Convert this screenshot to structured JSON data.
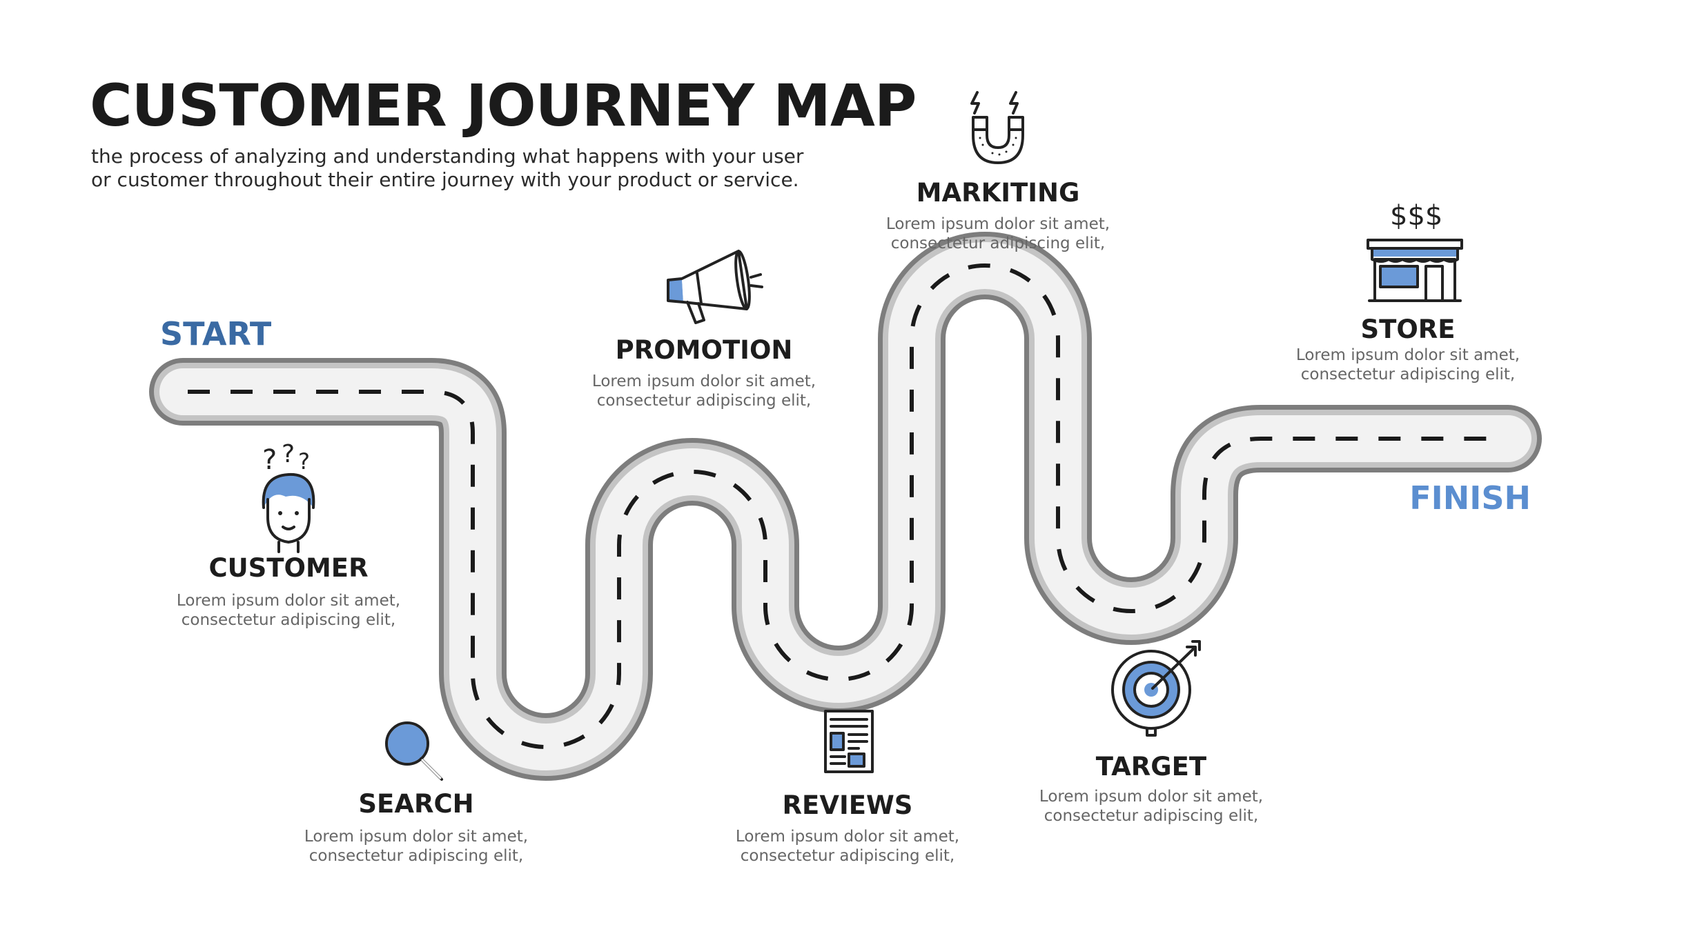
{
  "header": {
    "title": "CUSTOMER JOURNEY MAP",
    "subtitle_line1": "the process of analyzing and understanding what happens with your user",
    "subtitle_line2": "or customer throughout their entire journey with your product or service."
  },
  "road": {
    "start_label": "START",
    "finish_label": "FINISH"
  },
  "colors": {
    "accent_blue": "#6b9ad8",
    "start_blue": "#3a6aa3",
    "finish_blue": "#5b8ed0",
    "road_outer": "#7d7d7d",
    "road_inner": "#f2f2f2",
    "road_edge": "#c4c4c4",
    "dash": "#1a1a1a"
  },
  "steps": [
    {
      "id": "customer",
      "icon": "customer-face-icon",
      "label": "CUSTOMER",
      "desc_line1": "Lorem ipsum dolor sit amet,",
      "desc_line2": "consectetur adipiscing elit,"
    },
    {
      "id": "search",
      "icon": "magnifier-icon",
      "label": "SEARCH",
      "desc_line1": "Lorem ipsum dolor sit amet,",
      "desc_line2": "consectetur adipiscing elit,"
    },
    {
      "id": "promotion",
      "icon": "megaphone-icon",
      "label": "PROMOTION",
      "desc_line1": "Lorem ipsum dolor sit amet,",
      "desc_line2": "consectetur adipiscing elit,"
    },
    {
      "id": "reviews",
      "icon": "newspaper-icon",
      "label": "REVIEWS",
      "desc_line1": "Lorem ipsum dolor sit amet,",
      "desc_line2": "consectetur adipiscing elit,"
    },
    {
      "id": "marketing",
      "icon": "magnet-icon",
      "label": "MARKITING",
      "desc_line1": "Lorem ipsum dolor sit amet,",
      "desc_line2": "consectetur adipiscing elit,"
    },
    {
      "id": "target",
      "icon": "target-icon",
      "label": "TARGET",
      "desc_line1": "Lorem ipsum dolor sit amet,",
      "desc_line2": "consectetur adipiscing elit,"
    },
    {
      "id": "store",
      "icon": "store-icon",
      "label": "STORE",
      "desc_line1": "Lorem ipsum dolor sit amet,",
      "desc_line2": "consectetur adipiscing elit,"
    }
  ]
}
